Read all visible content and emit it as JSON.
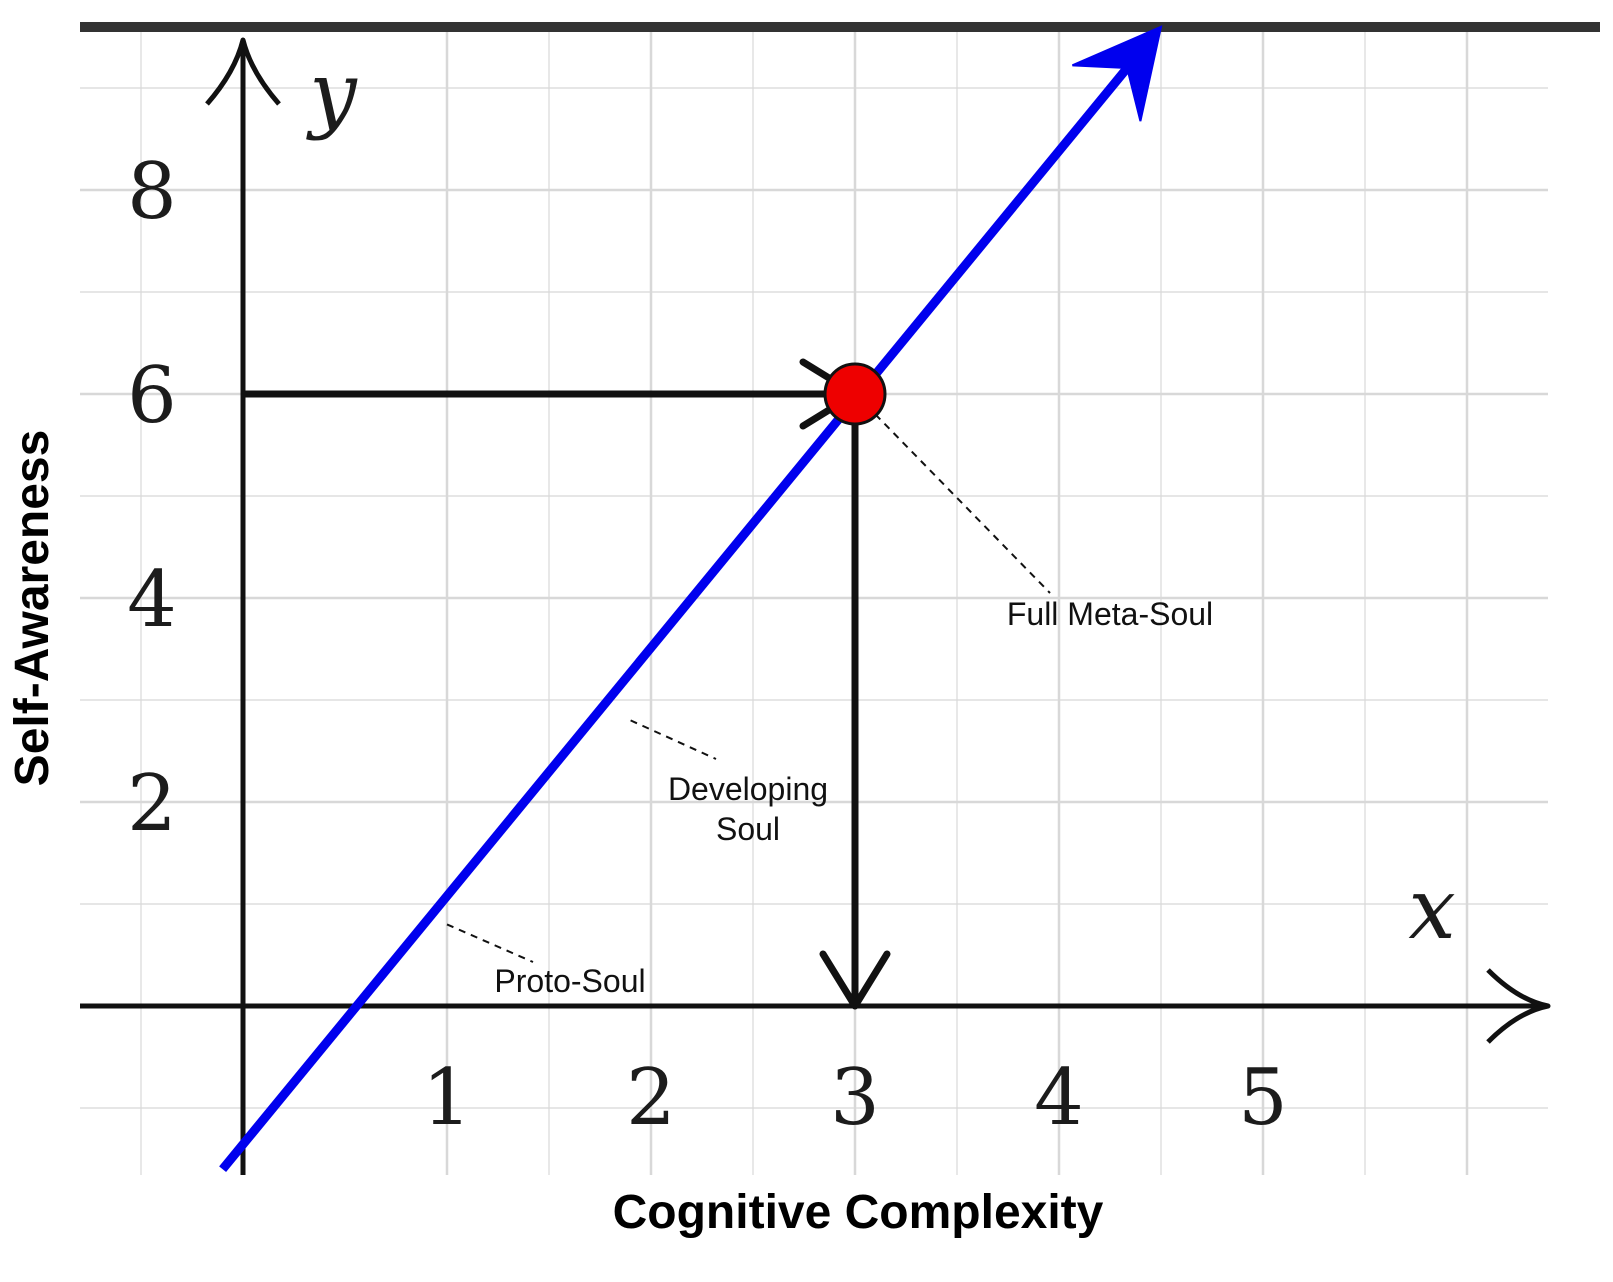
{
  "chart_data": {
    "type": "line",
    "xlabel": "Cognitive Complexity",
    "ylabel": "Self-Awareness",
    "x_axis_symbol": "x",
    "y_axis_symbol": "y",
    "xlim": [
      -0.8,
      6.4
    ],
    "ylim": [
      -1.6,
      9.6
    ],
    "x_ticks": [
      1,
      2,
      3,
      4,
      5
    ],
    "y_ticks": [
      2,
      4,
      6,
      8
    ],
    "grid": true,
    "series": [
      {
        "color": "#0000ee",
        "x": [
          -0.1,
          4.5
        ],
        "y": [
          -1.6,
          9.6
        ]
      }
    ],
    "highlight_point": {
      "x": 3,
      "y": 6,
      "color": "#ee0000"
    },
    "guide_arrows": [
      {
        "from": [
          0,
          6
        ],
        "to": [
          3,
          6
        ]
      },
      {
        "from": [
          3,
          6
        ],
        "to": [
          3,
          0
        ]
      }
    ],
    "annotations": [
      {
        "text": "Full Meta-Soul",
        "point": [
          3.1,
          5.8
        ]
      },
      {
        "text": "Developing\nSoul",
        "point": [
          1.9,
          2.8
        ]
      },
      {
        "text": "Proto-Soul",
        "point": [
          1.0,
          0.8
        ]
      }
    ],
    "colors": {
      "line": "#0000ee",
      "point": "#ee0000",
      "axes": "#111111",
      "grid": "#d8d8d8"
    }
  }
}
